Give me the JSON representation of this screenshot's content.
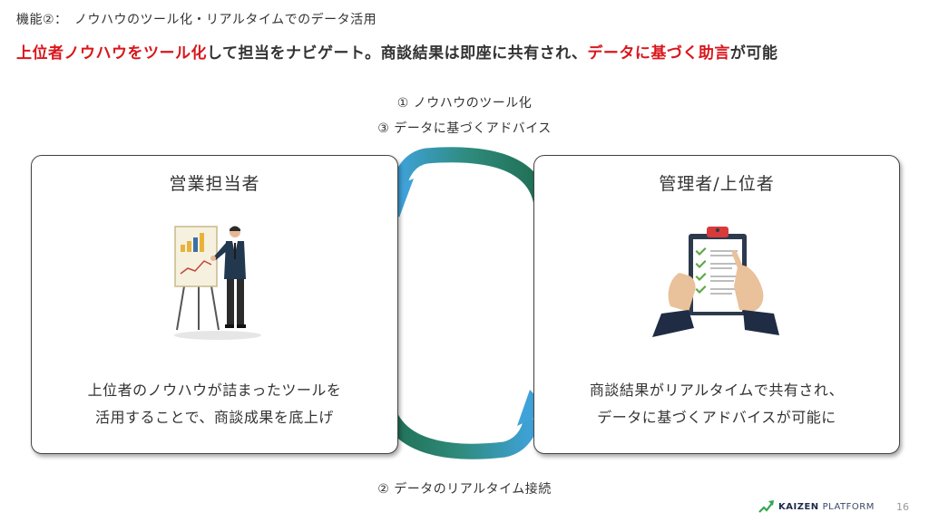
{
  "header": {
    "subtitle": "機能②：　ノウハウのツール化・リアルタイムでのデータ活用",
    "headline": {
      "part1": "上位者ノウハウをツール化",
      "part2": "して担当をナビゲート。商談結果は即座に共有され、",
      "part3": "データに基づく助言",
      "part4": "が可能"
    }
  },
  "flow_labels": {
    "top_1": "① ノウハウのツール化",
    "top_3": "③ データに基づくアドバイス",
    "bottom_2": "② データのリアルタイム接続"
  },
  "left_card": {
    "title": "営業担当者",
    "desc_line1": "上位者のノウハウが詰まったツールを",
    "desc_line2": "活用することで、商談成果を底上げ",
    "illustration": "presenter-with-chart-icon"
  },
  "right_card": {
    "title": "管理者/上位者",
    "desc_line1": "商談結果がリアルタイムで共有され、",
    "desc_line2": "データに基づくアドバイスが可能に",
    "illustration": "checklist-clipboard-icon"
  },
  "footer": {
    "logo_bold": "KAIZEN",
    "logo_light": "PLATFORM",
    "page_number": "16"
  },
  "colors": {
    "accent_red": "#d9161c",
    "arrow_green": "#2f7d5b",
    "arrow_blue": "#3a9ad9"
  }
}
